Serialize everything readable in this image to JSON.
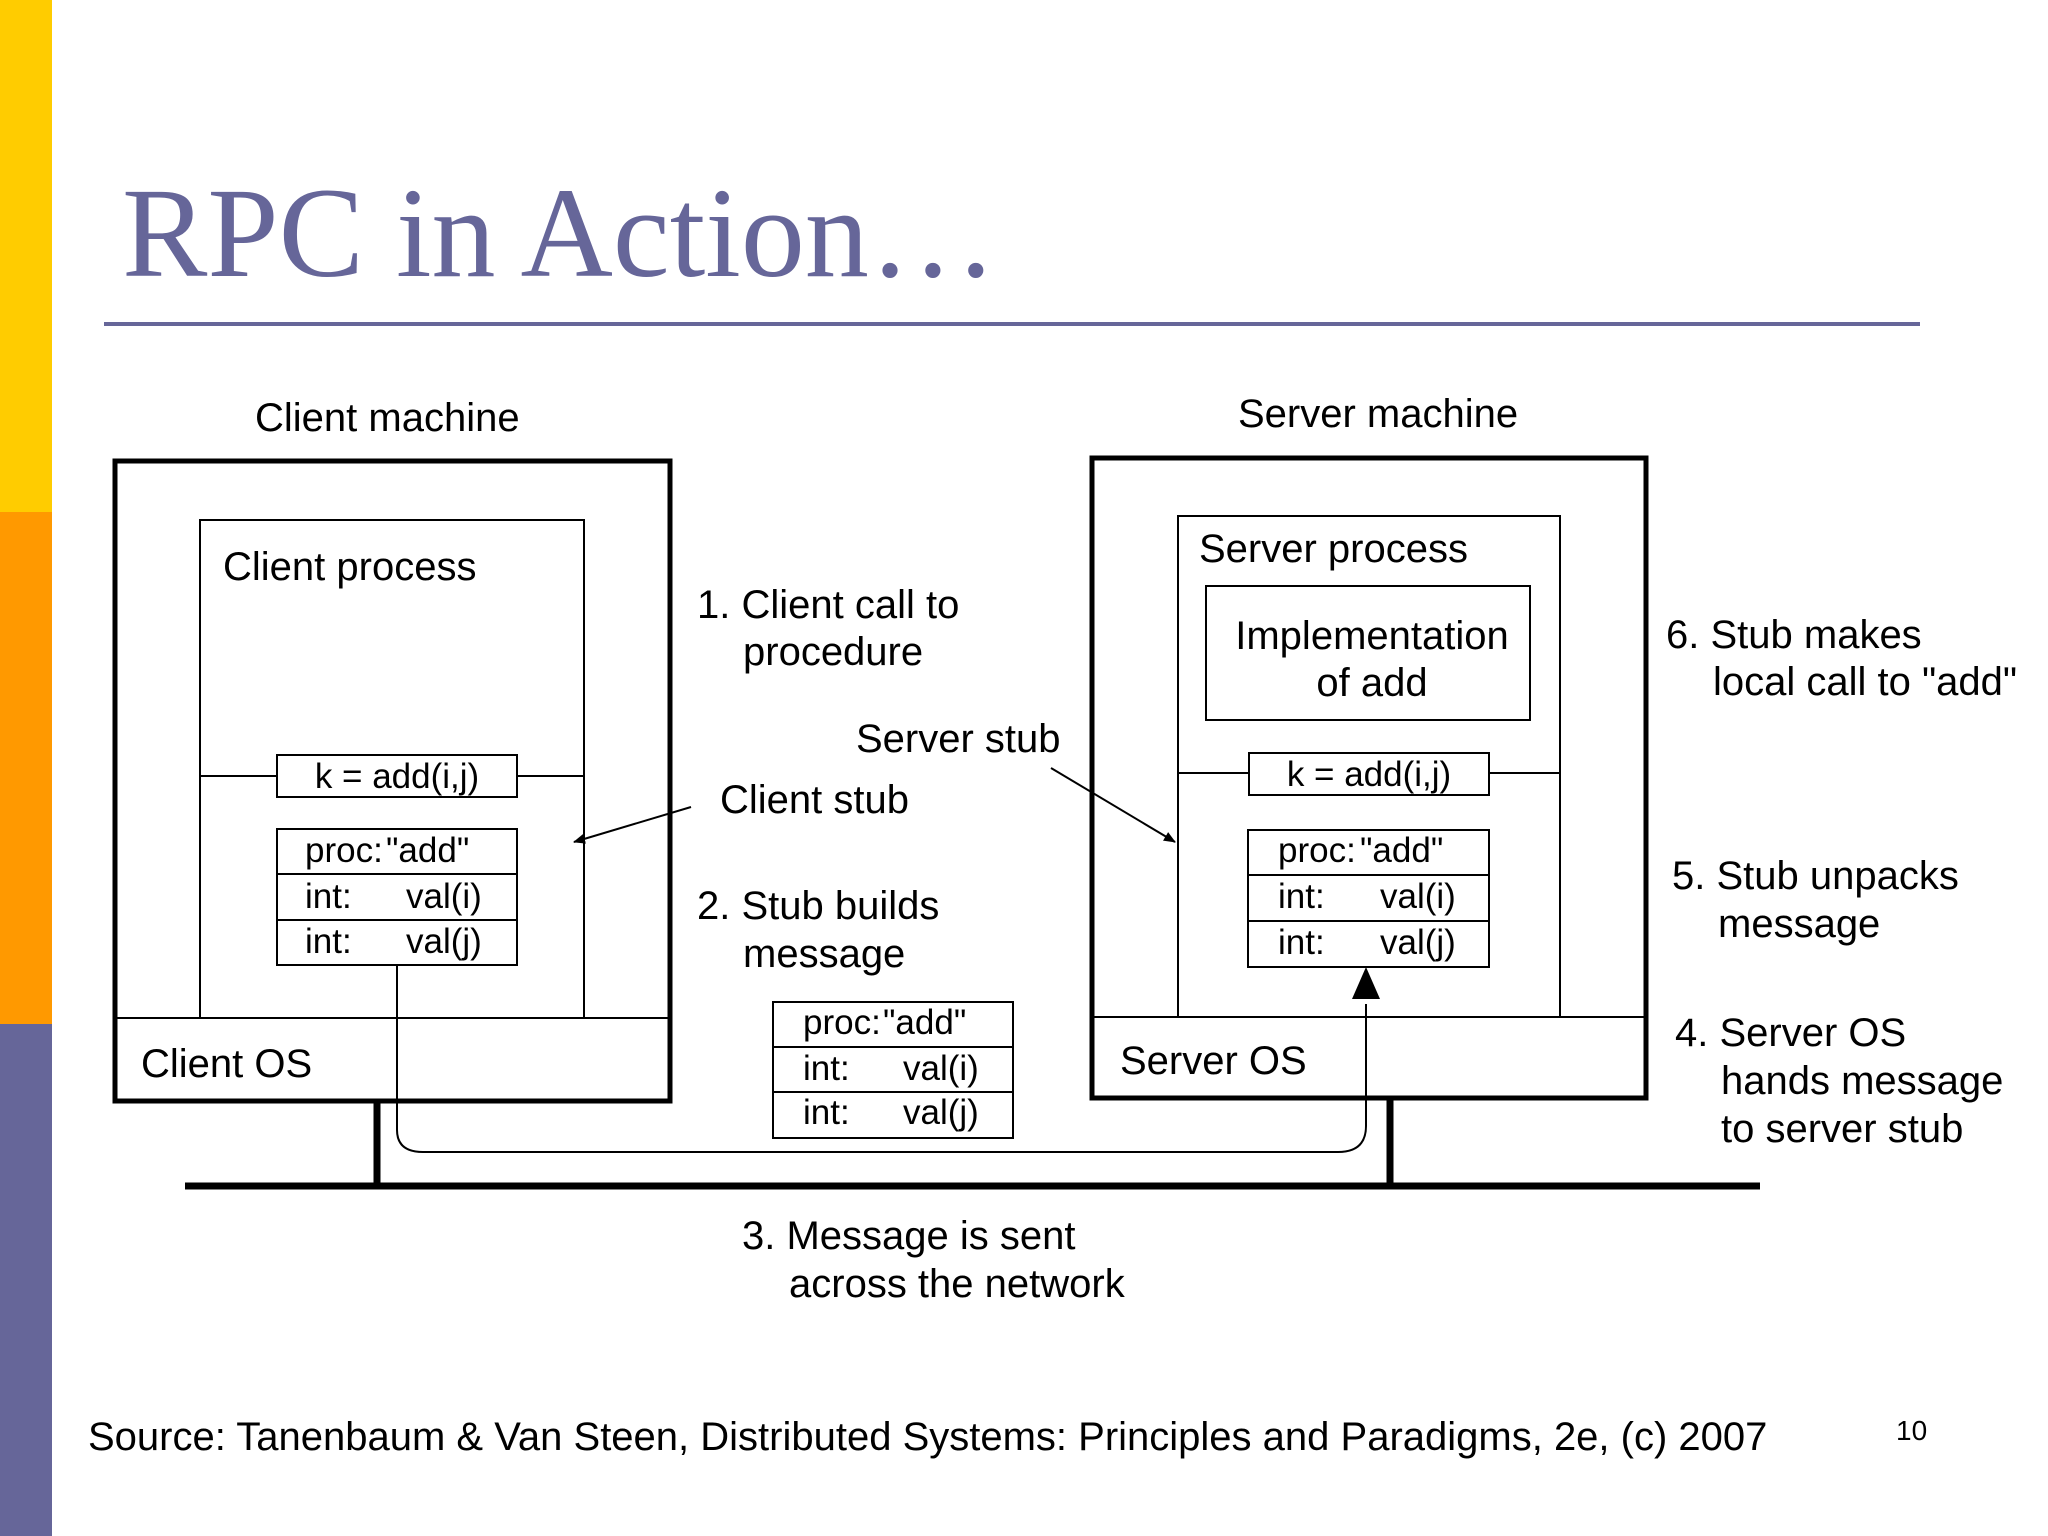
{
  "slide": {
    "title": "RPC in Action…",
    "source": "Source: Tanenbaum & Van Steen, Distributed Systems: Principles and Paradigms, 2e, (c) 2007",
    "page_number": "10",
    "accent_colors": {
      "bar_top": "#FFCC00",
      "bar_middle": "#FF9900",
      "bar_bottom": "#666699",
      "title": "#666699"
    }
  },
  "diagram": {
    "client": {
      "machine_label": "Client machine",
      "process_label": "Client process",
      "call": "k = add(i,j)",
      "message": [
        {
          "key": "proc:",
          "value": "\"add\""
        },
        {
          "key": "int:",
          "value": "val(i)"
        },
        {
          "key": "int:",
          "value": "val(j)"
        }
      ],
      "os_label": "Client OS",
      "stub_label": "Client stub"
    },
    "server": {
      "machine_label": "Server machine",
      "process_label": "Server process",
      "impl_line1": "Implementation",
      "impl_line2": "of add",
      "call": "k = add(i,j)",
      "message": [
        {
          "key": "proc:",
          "value": "\"add\""
        },
        {
          "key": "int:",
          "value": "val(i)"
        },
        {
          "key": "int:",
          "value": "val(j)"
        }
      ],
      "os_label": "Server OS",
      "stub_label": "Server stub"
    },
    "network_message": [
      {
        "key": "proc:",
        "value": "\"add\""
      },
      {
        "key": "int:",
        "value": "val(i)"
      },
      {
        "key": "int:",
        "value": "val(j)"
      }
    ],
    "steps": {
      "s1": [
        "1. Client call to",
        "procedure"
      ],
      "s2": [
        "2. Stub builds",
        "message"
      ],
      "s3": [
        "3. Message is sent",
        "across the network"
      ],
      "s4": [
        "4. Server OS",
        "hands message",
        "to server stub"
      ],
      "s5": [
        "5. Stub unpacks",
        "message"
      ],
      "s6": [
        "6. Stub makes",
        "local call to \"add\""
      ]
    }
  }
}
